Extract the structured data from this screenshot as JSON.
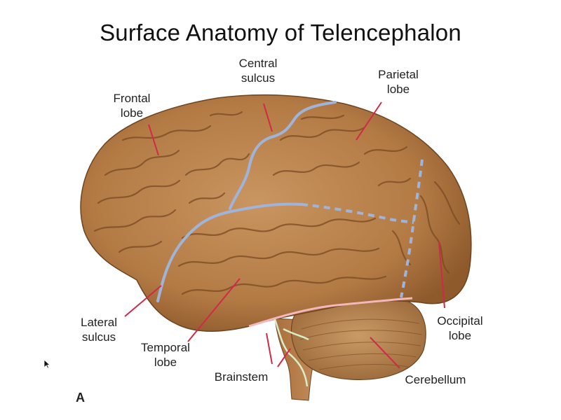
{
  "slide": {
    "title": "Surface Anatomy of Telencephalon",
    "panel_letter": "A"
  },
  "labels": {
    "central_sulcus": "Central\nsulcus",
    "parietal_lobe": "Parietal\nlobe",
    "frontal_lobe": "Frontal\nlobe",
    "lateral_sulcus": "Lateral\nsulcus",
    "temporal_lobe": "Temporal\nlobe",
    "brainstem": "Brainstem",
    "cerebellum": "Cerebellum",
    "occipital_lobe": "Occipital\nlobe"
  },
  "colors": {
    "pointer_lines": "#d0294a",
    "sulcus_outline": "#9fb4d8",
    "brainstem_outline": "#d8ecc8",
    "cerebellum_boundary": "#f2b8bc",
    "brain_tissue": "#b9814a",
    "gyri_shadow": "#7a4a22"
  },
  "icons": {
    "cursor": "mouse-pointer-icon"
  }
}
